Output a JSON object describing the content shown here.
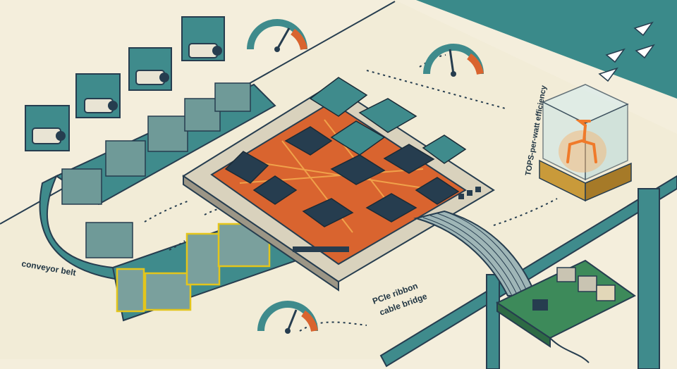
{
  "labels": {
    "conveyor": "conveyor belt",
    "pcie_line1": "PCIe ribbon",
    "pcie_line2": "cable bridge",
    "efficiency": "TOPS-per-watt efficiency"
  },
  "icons": {
    "cameras": "security-camera-icon",
    "gauges": "speed-gauge-icon",
    "chip": "ai-accelerator-chip",
    "board": "single-board-computer",
    "llama": "llama-figure",
    "planes": "paper-airplane-icon"
  },
  "colors": {
    "background": "#f4eedc",
    "teal": "#3f8b8c",
    "navy": "#263d4f",
    "orange": "#d9642f",
    "yellow_box": "#e3c51c",
    "gold": "#c99a3a"
  }
}
